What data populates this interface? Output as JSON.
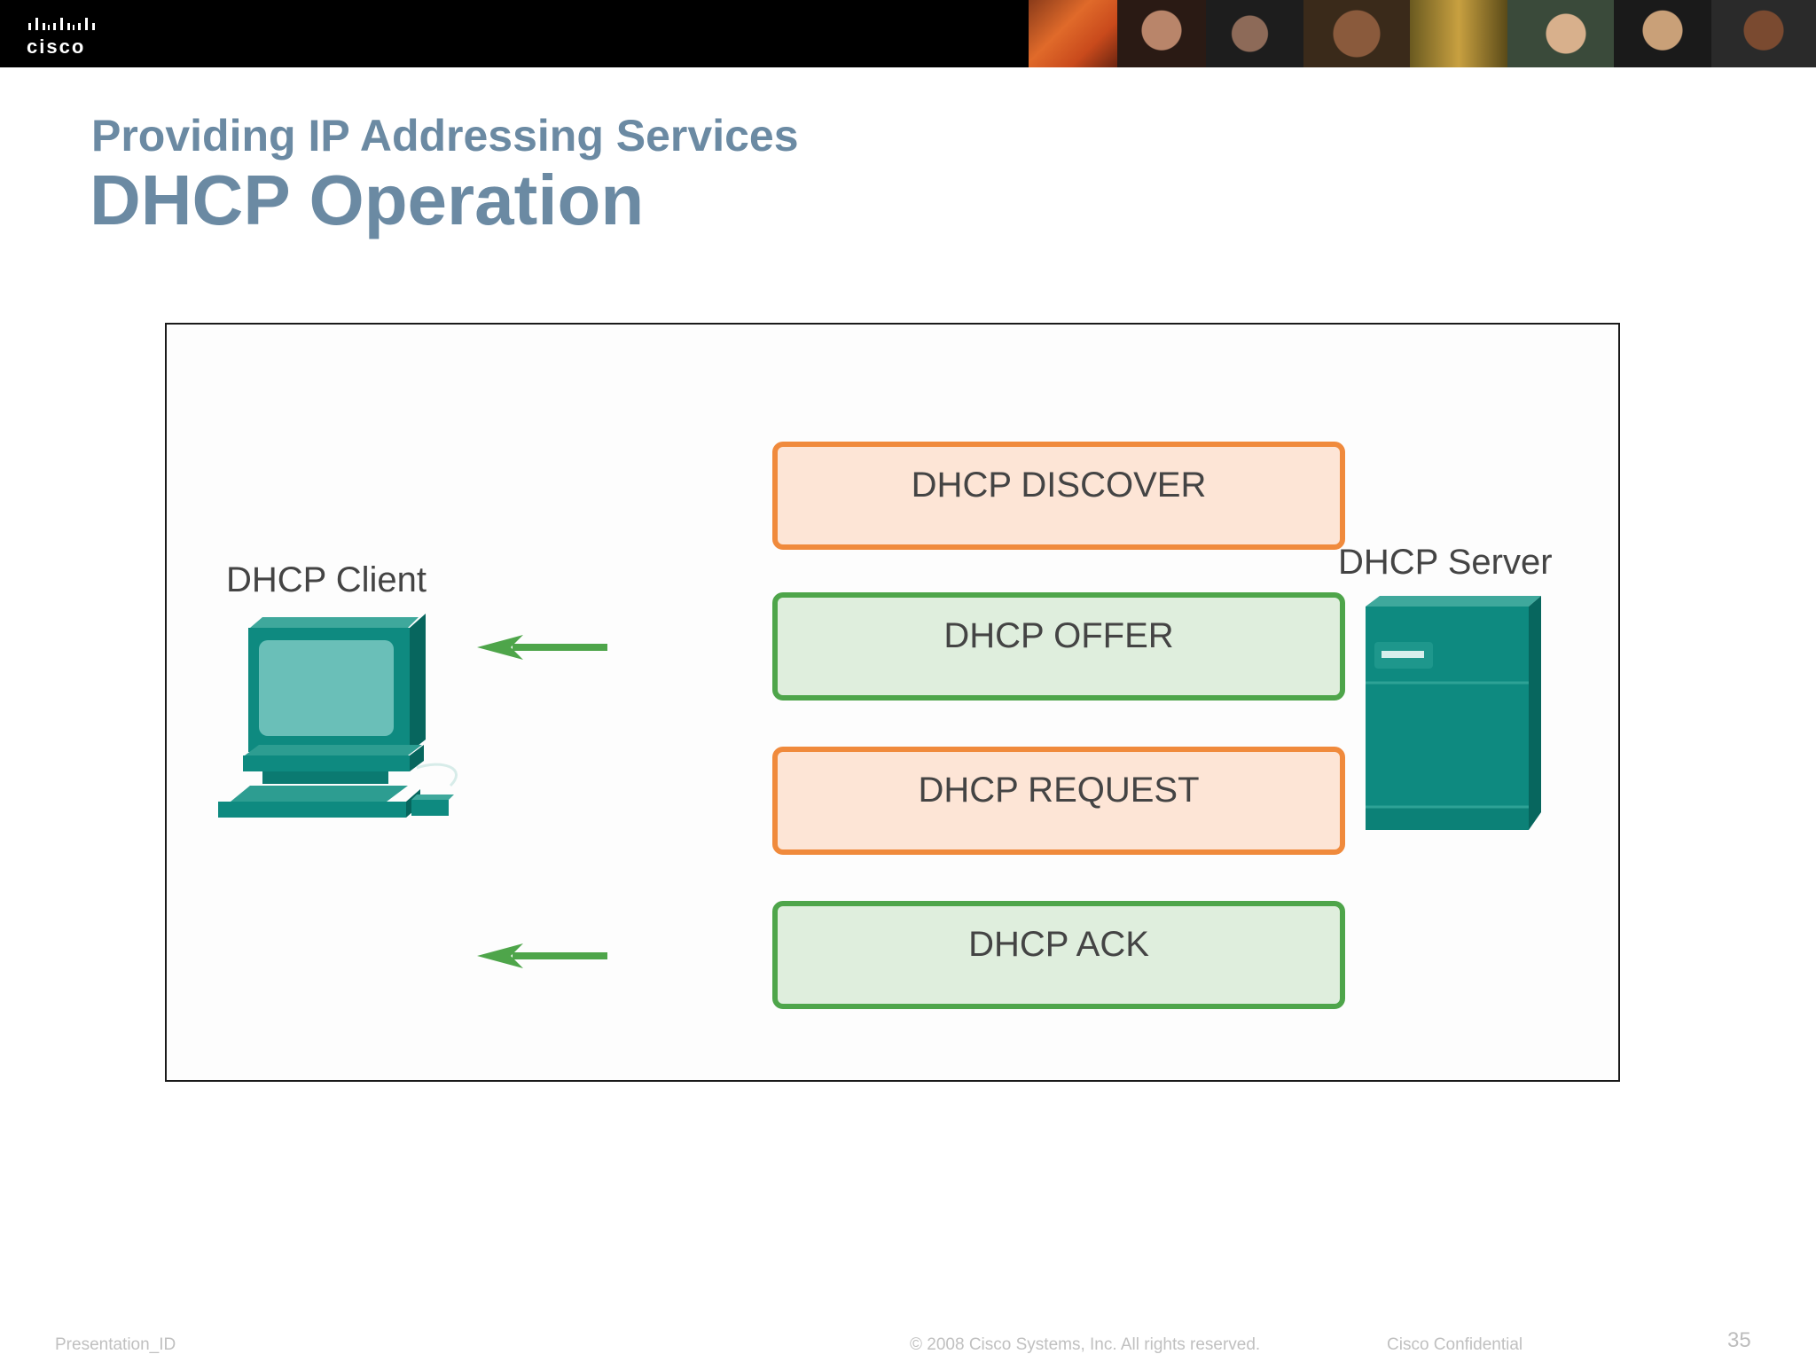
{
  "logo": {
    "text": "cisco"
  },
  "header": {
    "subtitle": "Providing IP Addressing Services",
    "title": "DHCP Operation"
  },
  "diagram": {
    "client_label": "DHCP Client",
    "server_label": "DHCP Server",
    "messages": [
      {
        "label": "DHCP DISCOVER",
        "direction": "to-server",
        "color": "#f08a3c",
        "fill": "#fde5d6"
      },
      {
        "label": "DHCP OFFER",
        "direction": "to-client",
        "color": "#4ea54a",
        "fill": "#dfeedd"
      },
      {
        "label": "DHCP REQUEST",
        "direction": "to-server",
        "color": "#f08a3c",
        "fill": "#fde5d6"
      },
      {
        "label": "DHCP ACK",
        "direction": "to-client",
        "color": "#4ea54a",
        "fill": "#dfeedd"
      }
    ],
    "device_color": "#0e8a80"
  },
  "footer": {
    "left": "Presentation_ID",
    "copyright": "© 2008 Cisco Systems, Inc. All rights reserved.",
    "confidential": "Cisco Confidential",
    "page_number": "35"
  }
}
